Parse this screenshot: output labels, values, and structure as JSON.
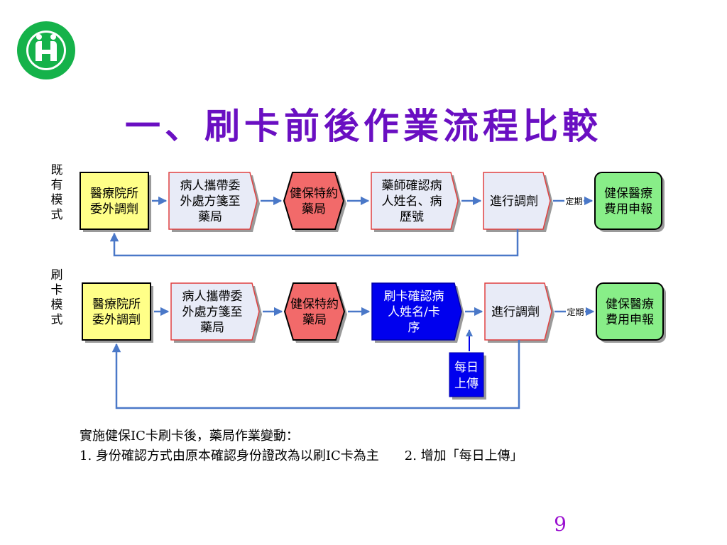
{
  "title": "一、刷卡前後作業流程比較",
  "rows": [
    {
      "label": "既有模式",
      "boxes": [
        {
          "text": "醫療院所委外調劑",
          "kind": "yellow"
        },
        {
          "text": "病人攜帶委外處方箋至藥局",
          "kind": "light"
        },
        {
          "text": "健保特約藥局",
          "kind": "red"
        },
        {
          "text": "藥師確認病人姓名、病歷號",
          "kind": "light"
        },
        {
          "text": "進行調劑",
          "kind": "light"
        },
        {
          "text": "健保醫療費用申報",
          "kind": "green"
        }
      ],
      "periodic_label": "定期"
    },
    {
      "label": "刷卡模式",
      "boxes": [
        {
          "text": "醫療院所委外調劑",
          "kind": "yellow"
        },
        {
          "text": "病人攜帶委外處方箋至藥局",
          "kind": "light"
        },
        {
          "text": "健保特約藥局",
          "kind": "red"
        },
        {
          "text": "刷卡確認病人姓名/卡序",
          "kind": "blue"
        },
        {
          "text": "進行調劑",
          "kind": "light"
        },
        {
          "text": "健保醫療費用申報",
          "kind": "green"
        }
      ],
      "periodic_label": "定期",
      "daily_upload": "每日上傳"
    }
  ],
  "notes": {
    "line1": "實施健保IC卡刷卡後，藥局作業變動：",
    "line2": "1. 身份確認方式由原本確認身份證改為以刷IC卡為主　　2. 增加「每日上傳」"
  },
  "page_number": "9",
  "colors": {
    "title": "#6a0fc2",
    "arrow": "#4a78c8",
    "yellow": "#ffff88",
    "red": "#f26a6a",
    "light": "#e8ebf7",
    "blue": "#0000ee",
    "green": "#88ee88",
    "logo": "#15b24a"
  }
}
